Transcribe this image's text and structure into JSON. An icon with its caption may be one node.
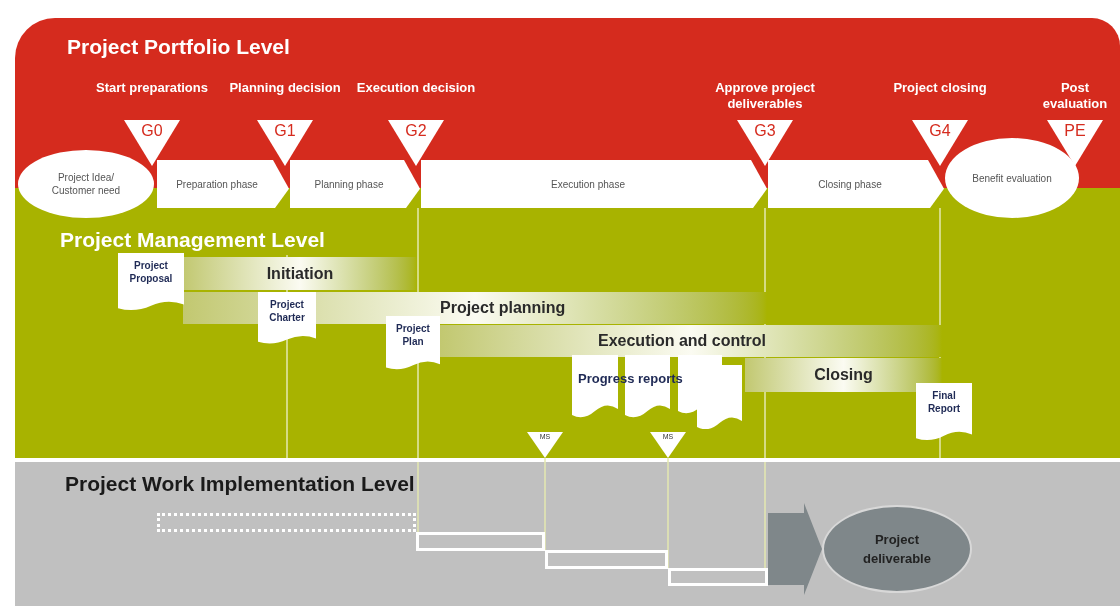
{
  "diagram": {
    "nodes": [
      {
        "text": [
          "Project Portfolio Level"
        ]
      },
      {
        "text": [
          "Project Management Level"
        ]
      },
      {
        "text": [
          "Project Work Implementation Level"
        ]
      },
      {
        "text": [
          "G0"
        ],
        "in": 0,
        "beside": [
          "Start preparations"
        ]
      },
      {
        "text": [
          "G1"
        ],
        "in": 0,
        "beside": [
          "Planning decision"
        ]
      },
      {
        "text": [
          "G2"
        ],
        "in": 0,
        "beside": [
          "Execution decision"
        ]
      },
      {
        "text": [
          "G3"
        ],
        "in": 0,
        "beside": [
          "Approve project deliverables"
        ]
      },
      {
        "text": [
          "G4"
        ],
        "in": 0,
        "beside": [
          "Project closing"
        ]
      },
      {
        "text": [
          "PE"
        ],
        "in": 0,
        "beside": [
          "Post evaluation"
        ]
      },
      {
        "text": [
          "Project Idea/ Customer need"
        ]
      },
      {
        "text": [
          "Preparation phase"
        ]
      },
      {
        "text": [
          "Planning phase"
        ]
      },
      {
        "text": [
          "Execution phase"
        ]
      },
      {
        "text": [
          "Closing phase"
        ]
      },
      {
        "text": [
          "Benefit evaluation"
        ]
      },
      {
        "text": [
          "Project Proposal"
        ],
        "in": 1
      },
      {
        "text": [
          "Initiation"
        ],
        "in": 1
      },
      {
        "text": [
          "Project Charter"
        ],
        "in": 1
      },
      {
        "text": [
          "Project planning"
        ],
        "in": 1
      },
      {
        "text": [
          "Project Plan"
        ],
        "in": 1
      },
      {
        "text": [
          "Execution and control"
        ],
        "in": 1
      },
      {
        "text": [
          "Progress reports"
        ],
        "in": 1
      },
      {
        "text": [
          "Closing"
        ],
        "in": 1
      },
      {
        "text": [
          "Final Report"
        ],
        "in": 1
      },
      {
        "text": [
          "MS"
        ],
        "in": 1
      },
      {
        "text": [
          "MS"
        ],
        "in": 1
      },
      {
        "text": [],
        "shape": "bar",
        "in": 2
      },
      {
        "text": [],
        "shape": "bar",
        "in": 2
      },
      {
        "text": [],
        "shape": "bar",
        "in": 2
      },
      {
        "text": [],
        "shape": "bar",
        "in": 2
      },
      {
        "text": [
          "Project deliverable"
        ],
        "in": 2
      }
    ],
    "edges": [
      {
        "from": 24,
        "to": 28,
        "arrow": "none"
      },
      {
        "from": 25,
        "to": 29,
        "arrow": "none"
      },
      {
        "from": 29,
        "to": 30,
        "arrow": "to",
        "style": "thick",
        "color": "#7f878a"
      }
    ]
  }
}
